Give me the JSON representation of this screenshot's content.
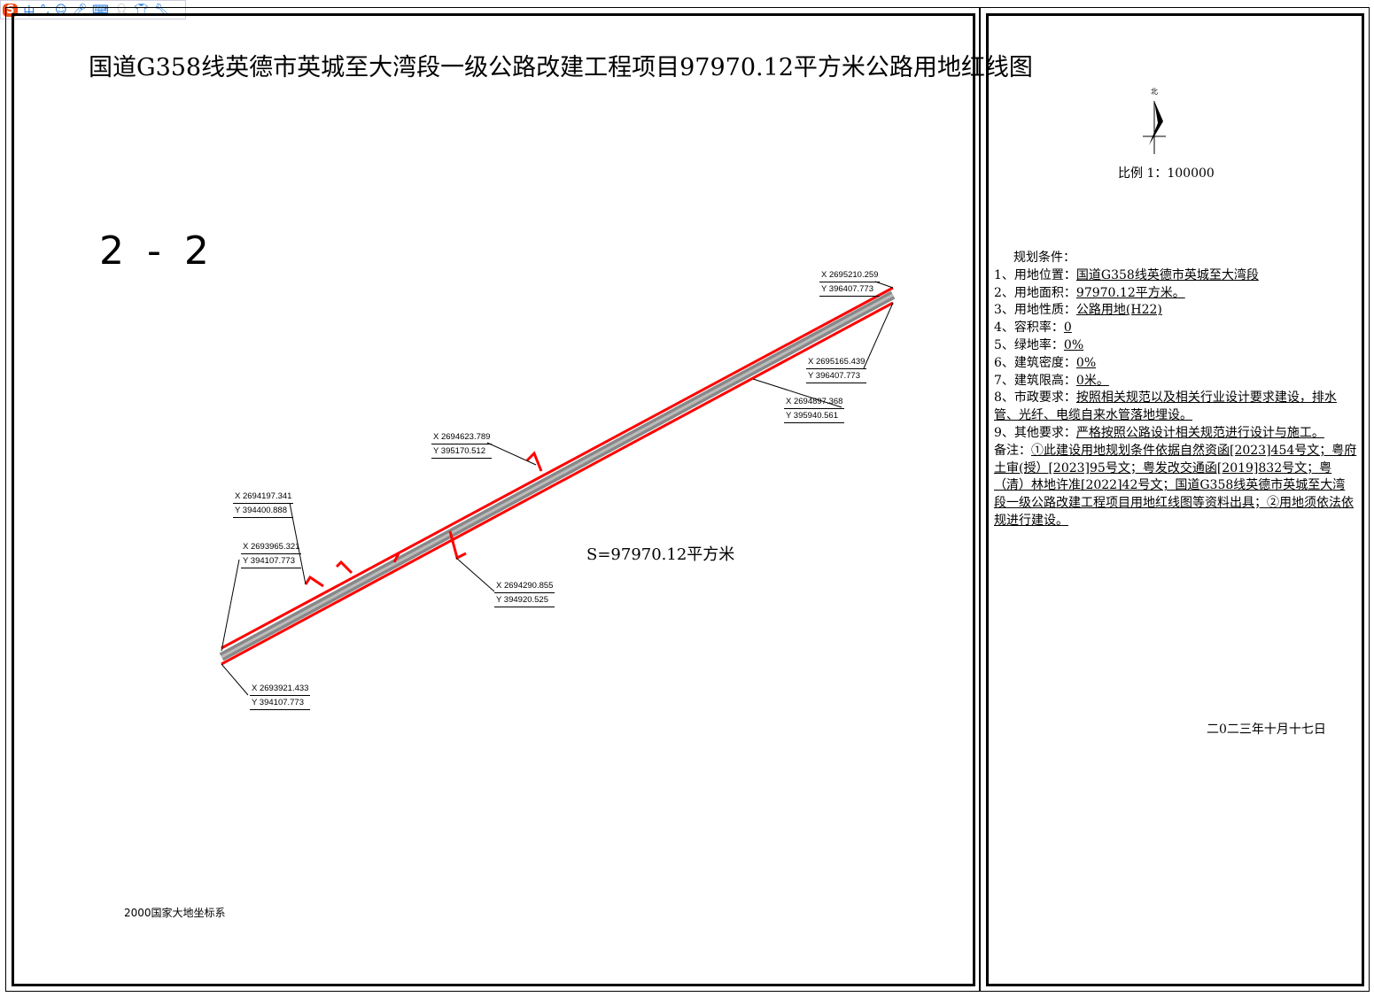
{
  "title": "国道G358线英德市英城至大湾段一级公路改建工程项目97970.12平方米公路用地红线图",
  "sheet_label": "2 - 2",
  "area_label": "S=97970.12平方米",
  "coord_system": "2000国家大地坐标系",
  "scale": "比例 1：100000",
  "north": "北",
  "date": "二0二三年十月十七日",
  "colors": {
    "boundary": "#ff0000",
    "road": "#808080"
  },
  "coords": [
    {
      "x": "X 2695210.259",
      "y": "Y 396407.773"
    },
    {
      "x": "X 2695165.439",
      "y": "Y 396407.773"
    },
    {
      "x": "X 2694897.368",
      "y": "Y 395940.561"
    },
    {
      "x": "X 2694623.789",
      "y": "Y 395170.512"
    },
    {
      "x": "X 2694197.341",
      "y": "Y 394400.888"
    },
    {
      "x": "X 2693965.321",
      "y": "Y 394107.773"
    },
    {
      "x": "X 2694290.855",
      "y": "Y 394920.525"
    },
    {
      "x": "X 2693921.433",
      "y": "Y 394107.773"
    }
  ],
  "conditions": {
    "heading": "规划条件：",
    "items": [
      {
        "k": "1、用地位置：",
        "v": "国道G358线英德市英城至大湾段"
      },
      {
        "k": "2、用地面积：",
        "v": "97970.12平方米。"
      },
      {
        "k": "3、用地性质：",
        "v": "公路用地(H22)"
      },
      {
        "k": "4、容积率：",
        "v": "0"
      },
      {
        "k": "5、绿地率：",
        "v": "0%"
      },
      {
        "k": "6、建筑密度：",
        "v": "0%"
      },
      {
        "k": "7、建筑限高：",
        "v": "0米。"
      },
      {
        "k": "8、市政要求：",
        "v": "按照相关规范以及相关行业设计要求建设，排水管、光纤、电缆自来水管落地埋设。"
      },
      {
        "k": "9、其他要求：",
        "v": "严格按照公路设计相关规范进行设计与施工。"
      },
      {
        "k": "备注：",
        "v": "①此建设用地规划条件依据自然资函[2023]454号文；粤府土审(授）[2023]95号文；粤发改交通函[2019]832号文；粤（清）林地许准[2022]42号文；国道G358线英德市英城至大湾段一级公路改建工程项目用地红线图等资料出具；②用地须依法依规进行建设。"
      }
    ]
  },
  "ime_toolbar": {
    "logo": "S",
    "mode": "中",
    "punct": "°,"
  }
}
